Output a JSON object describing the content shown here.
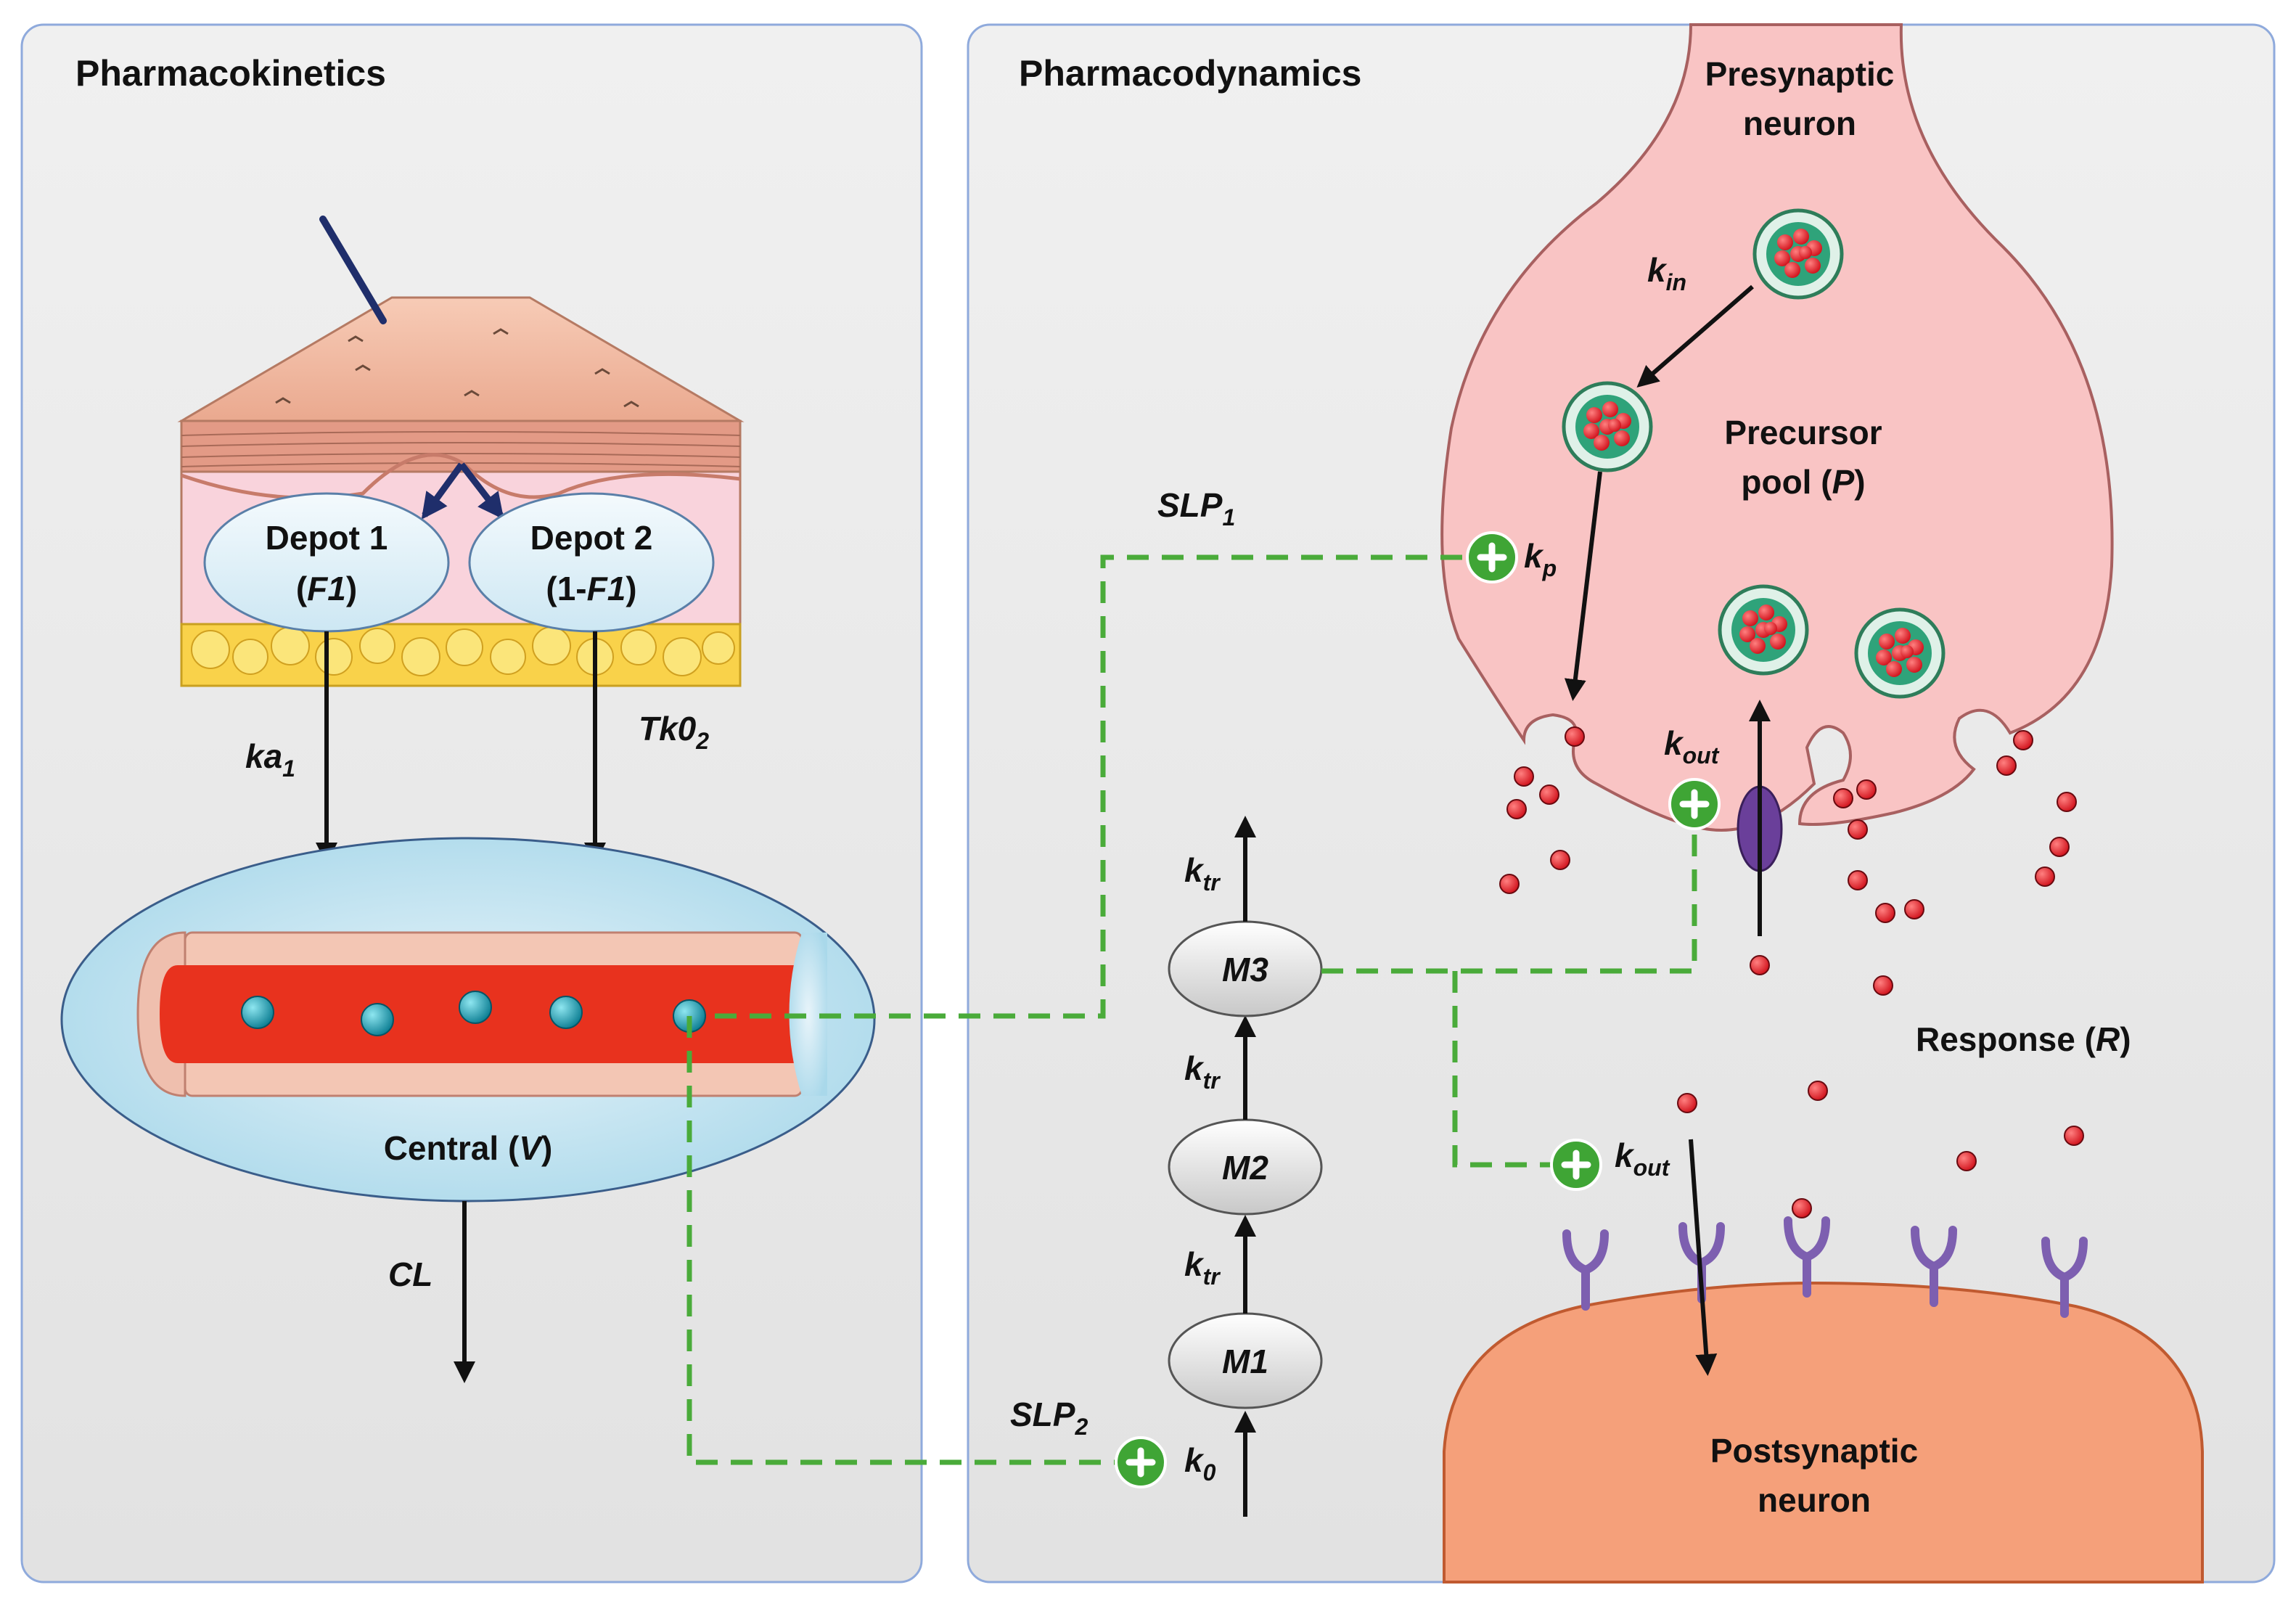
{
  "panels": {
    "pk_title": "Pharmacokinetics",
    "pd_title": "Pharmacodynamics"
  },
  "pk": {
    "depot1_line1": "Depot 1",
    "depot1_line2_open": "(",
    "depot1_line2_var": "F1",
    "depot1_line2_close": ")",
    "depot2_line1": "Depot 2",
    "depot2_line2_pre": "(1-",
    "depot2_line2_var": "F1",
    "depot2_line2_close": ")",
    "ka1_main": "ka",
    "ka1_sub": "1",
    "tk02_main": "Tk0",
    "tk02_sub": "2",
    "central_pre": "Central (",
    "central_var": "V",
    "central_close": ")",
    "cl": "CL"
  },
  "pd": {
    "presynaptic_line1": "Presynaptic",
    "presynaptic_line2": "neuron",
    "precursor_line1": "Precursor",
    "precursor_line2_pre": "pool (",
    "precursor_line2_var": "P",
    "precursor_line2_close": ")",
    "response_pre": "Response (",
    "response_var": "R",
    "response_close": ")",
    "postsynaptic_line1": "Postsynaptic",
    "postsynaptic_line2": "neuron",
    "m1": "M1",
    "m2": "M2",
    "m3": "M3",
    "k_main": "k",
    "ktr_sub": "tr",
    "k0_sub": "0",
    "kin_sub": "in",
    "kp_sub": "p",
    "kout_sub": "out",
    "slp_main": "SLP",
    "slp1_sub": "1",
    "slp2_sub": "2"
  },
  "colors": {
    "dashed_link": "#4aab3a",
    "plus_badge": "#3fa535",
    "presynaptic_fill": "#f9c4c4",
    "postsynaptic_fill": "#f5a07a",
    "vessel_red": "#e8321e",
    "drug_particle": "#1a9cb0",
    "receptor": "#8a6bb8"
  },
  "icons": [
    "syringe-needle-icon",
    "plus-badge-icon",
    "vesicle-icon",
    "receptor-icon",
    "transporter-icon",
    "neurotransmitter-dot-icon"
  ]
}
